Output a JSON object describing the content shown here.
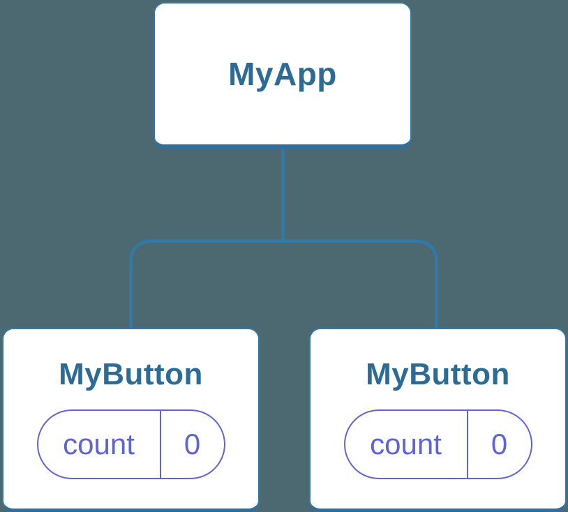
{
  "diagram": {
    "type": "component-tree",
    "colors": {
      "background": "#4c6972",
      "line_blue": "#3179a9",
      "edge_blue": "#2f6f9f",
      "title_blue": "#2c6b95",
      "state_purple": "#5d64d6",
      "node_fill": "#ffffff"
    },
    "root": {
      "label": "MyApp"
    },
    "children": [
      {
        "label": "MyButton",
        "state": {
          "name": "count",
          "value": "0"
        }
      },
      {
        "label": "MyButton",
        "state": {
          "name": "count",
          "value": "0"
        }
      }
    ]
  }
}
